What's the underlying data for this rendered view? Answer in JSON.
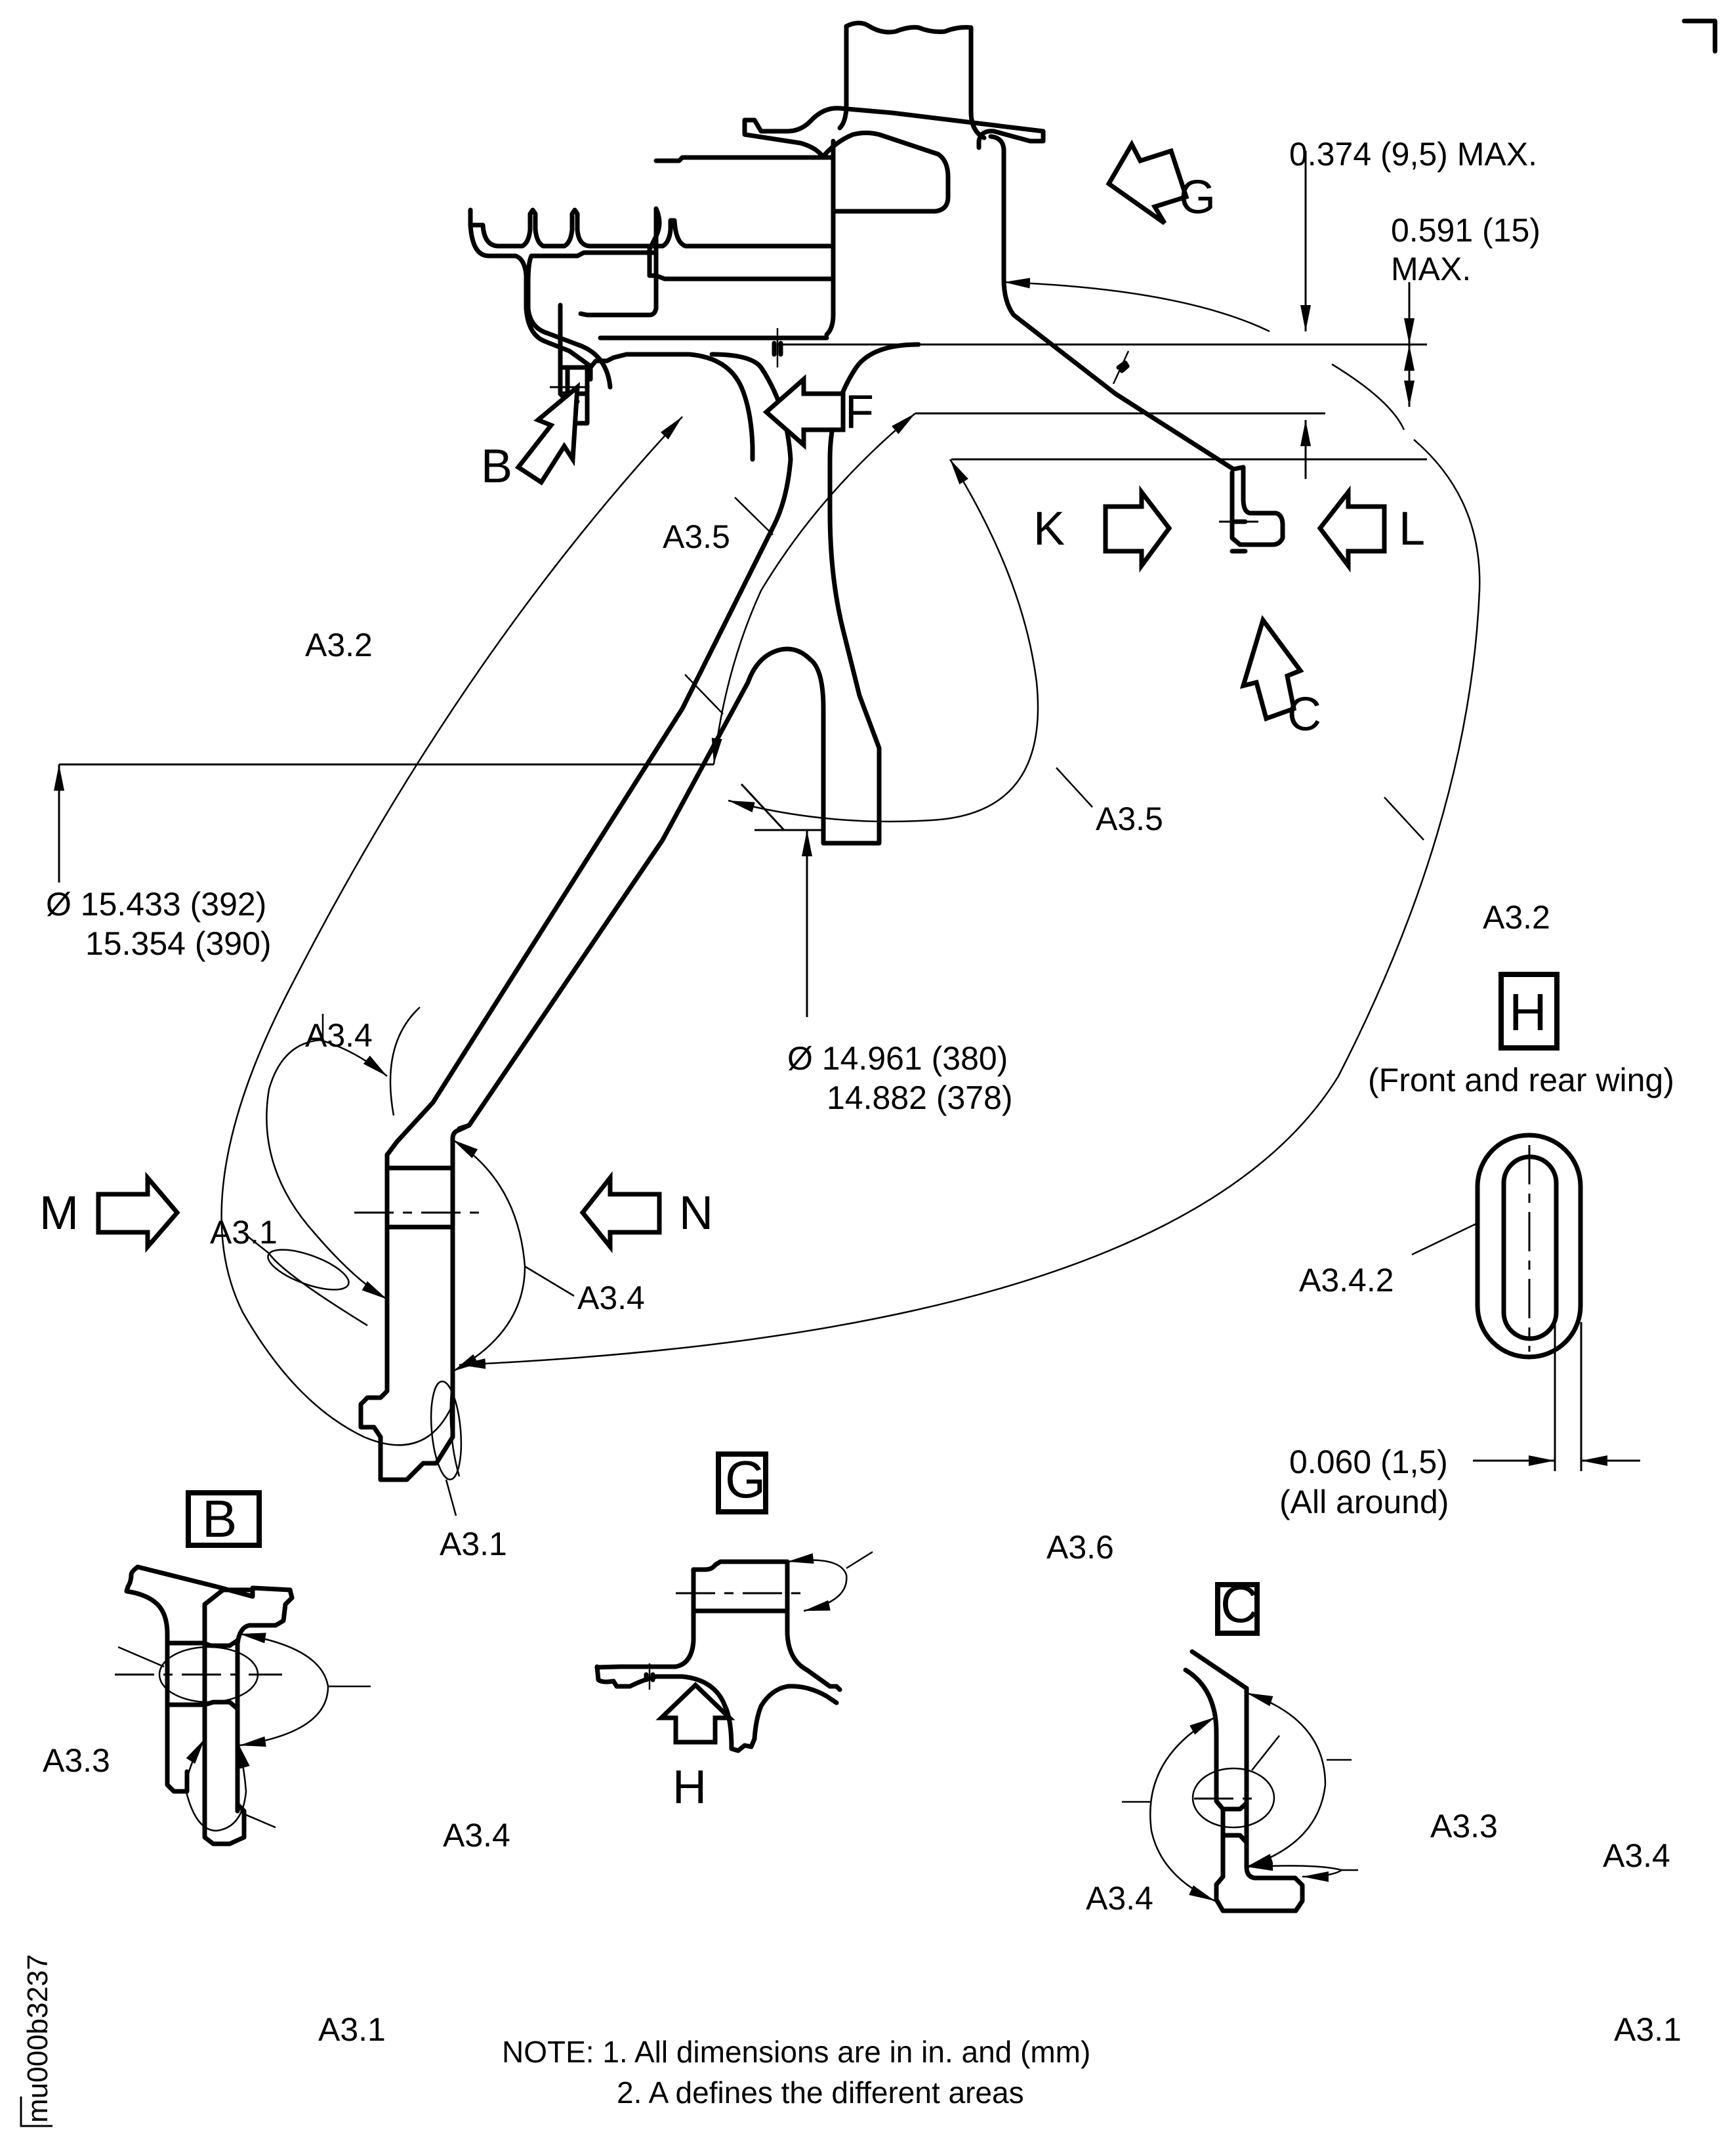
{
  "drawing": {
    "reference_id": "mu000b3237",
    "notes": {
      "line1": "NOTE: 1. All dimensions are in in. and (mm)",
      "line2": "2. A defines the different areas"
    },
    "dimensions": {
      "max_0374": "0.374 (9,5) MAX.",
      "max_0591_line1": "0.591 (15)",
      "max_0591_line2": "MAX.",
      "dia_outer_line1": "Ø 15.433 (392)",
      "dia_outer_line2": "15.354 (390)",
      "dia_inner_line1": "Ø 14.961 (380)",
      "dia_inner_line2": "14.882 (378)",
      "wall_line1": "0.060 (1,5)",
      "wall_line2": "(All around)"
    },
    "view_arrows": {
      "B": "B",
      "C": "C",
      "F": "F",
      "G": "G",
      "H": "H",
      "K": "K",
      "L": "L",
      "M": "M",
      "N": "N"
    },
    "view_boxes": {
      "H": "H",
      "B": "B",
      "G": "G",
      "C": "C"
    },
    "view_h_caption": "(Front and rear wing)",
    "area_labels": {
      "a31": "A3.1",
      "a32": "A3.2",
      "a33": "A3.3",
      "a34": "A3.4",
      "a342": "A3.4.2",
      "a35": "A3.5",
      "a36": "A3.6"
    }
  }
}
